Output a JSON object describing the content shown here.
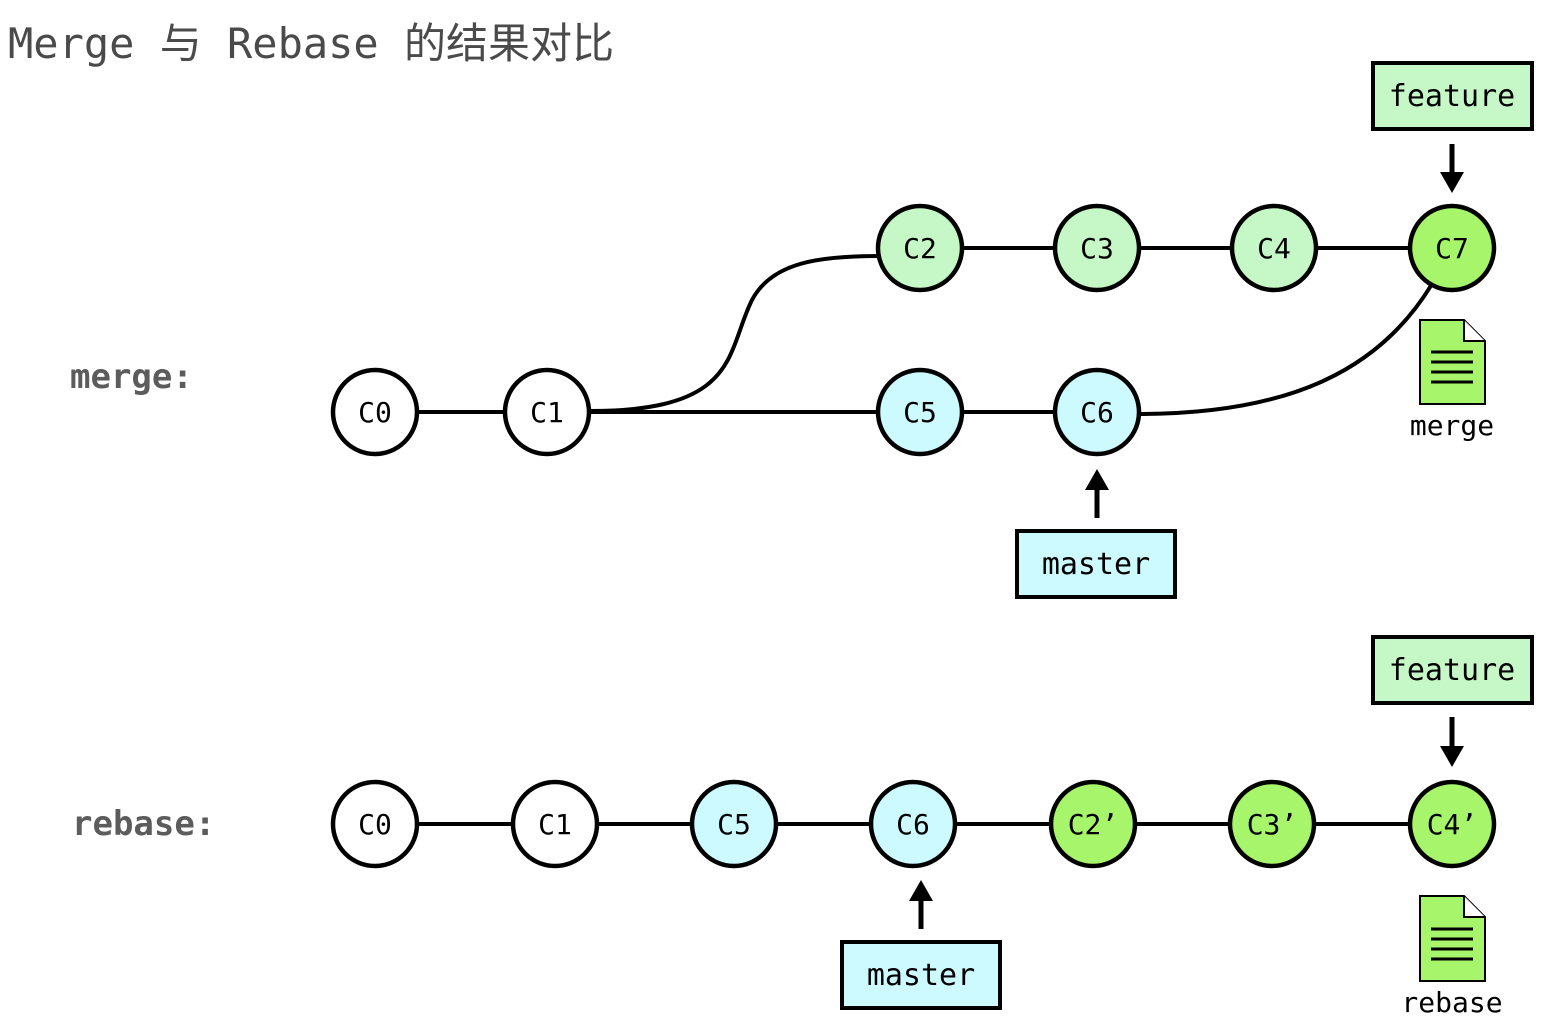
{
  "title": "Merge 与 Rebase 的结果对比",
  "colors": {
    "white": "#ffffff",
    "feature_light": "#c6f7c6",
    "feature_strong": "#a6f56a",
    "master_light": "#ccfaff",
    "file_fill": "#a6f56a"
  },
  "merge": {
    "label": "merge:",
    "commits": [
      {
        "id": "c0",
        "label": "C0",
        "fill": "white"
      },
      {
        "id": "c1",
        "label": "C1",
        "fill": "white"
      },
      {
        "id": "c2",
        "label": "C2",
        "fill": "feature_light"
      },
      {
        "id": "c3",
        "label": "C3",
        "fill": "feature_light"
      },
      {
        "id": "c4",
        "label": "C4",
        "fill": "feature_light"
      },
      {
        "id": "c7",
        "label": "C7",
        "fill": "feature_strong"
      },
      {
        "id": "c5",
        "label": "C5",
        "fill": "master_light"
      },
      {
        "id": "c6",
        "label": "C6",
        "fill": "master_light"
      }
    ],
    "branches": {
      "feature": {
        "label": "feature",
        "points_to": "C7",
        "fill": "feature_light"
      },
      "master": {
        "label": "master",
        "points_to": "C6",
        "fill": "master_light"
      }
    },
    "file": {
      "label": "merge",
      "icon": "document-icon"
    }
  },
  "rebase": {
    "label": "rebase:",
    "commits": [
      {
        "id": "c0",
        "label": "C0",
        "fill": "white"
      },
      {
        "id": "c1",
        "label": "C1",
        "fill": "white"
      },
      {
        "id": "c5",
        "label": "C5",
        "fill": "master_light"
      },
      {
        "id": "c6",
        "label": "C6",
        "fill": "master_light"
      },
      {
        "id": "c2p",
        "label": "C2’",
        "fill": "feature_strong"
      },
      {
        "id": "c3p",
        "label": "C3’",
        "fill": "feature_strong"
      },
      {
        "id": "c4p",
        "label": "C4’",
        "fill": "feature_strong"
      }
    ],
    "branches": {
      "feature": {
        "label": "feature",
        "points_to": "C4’",
        "fill": "feature_light"
      },
      "master": {
        "label": "master",
        "points_to": "C6",
        "fill": "master_light"
      }
    },
    "file": {
      "label": "rebase",
      "icon": "document-icon"
    }
  }
}
